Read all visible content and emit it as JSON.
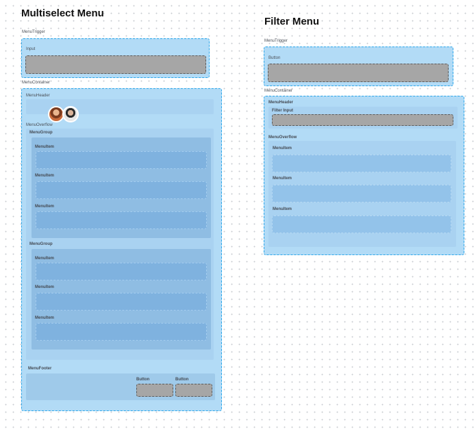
{
  "multiselect": {
    "title": "Multiselect Menu",
    "trigger_label": "MenuTrigger",
    "input_label": "Input",
    "container_label": "MenuContainer",
    "header_label": "MenuHeader",
    "overflow_label": "MenuOverflow",
    "groups": [
      {
        "label": "MenuGroup",
        "items": [
          "MenuItem",
          "MenuItem",
          "MenuItem"
        ]
      },
      {
        "label": "MenuGroup",
        "items": [
          "MenuItem",
          "MenuItem",
          "MenuItem"
        ]
      }
    ],
    "footer_label": "MenuFooter",
    "footer_buttons": [
      "Button",
      "Button"
    ]
  },
  "filter": {
    "title": "Filter Menu",
    "trigger_label": "MenuTrigger",
    "button_label": "Button",
    "container_label": "MenuContainer",
    "header_label": "MenuHeader",
    "filter_input_label": "Filter Input",
    "overflow_label": "MenuOverflow",
    "items": [
      "MenuItem",
      "MenuItem",
      "MenuItem"
    ]
  },
  "colors": {
    "outline": "#2aa6ea",
    "container_fill": "#b2dbf6",
    "slot_gray": "#a6a6a6"
  }
}
